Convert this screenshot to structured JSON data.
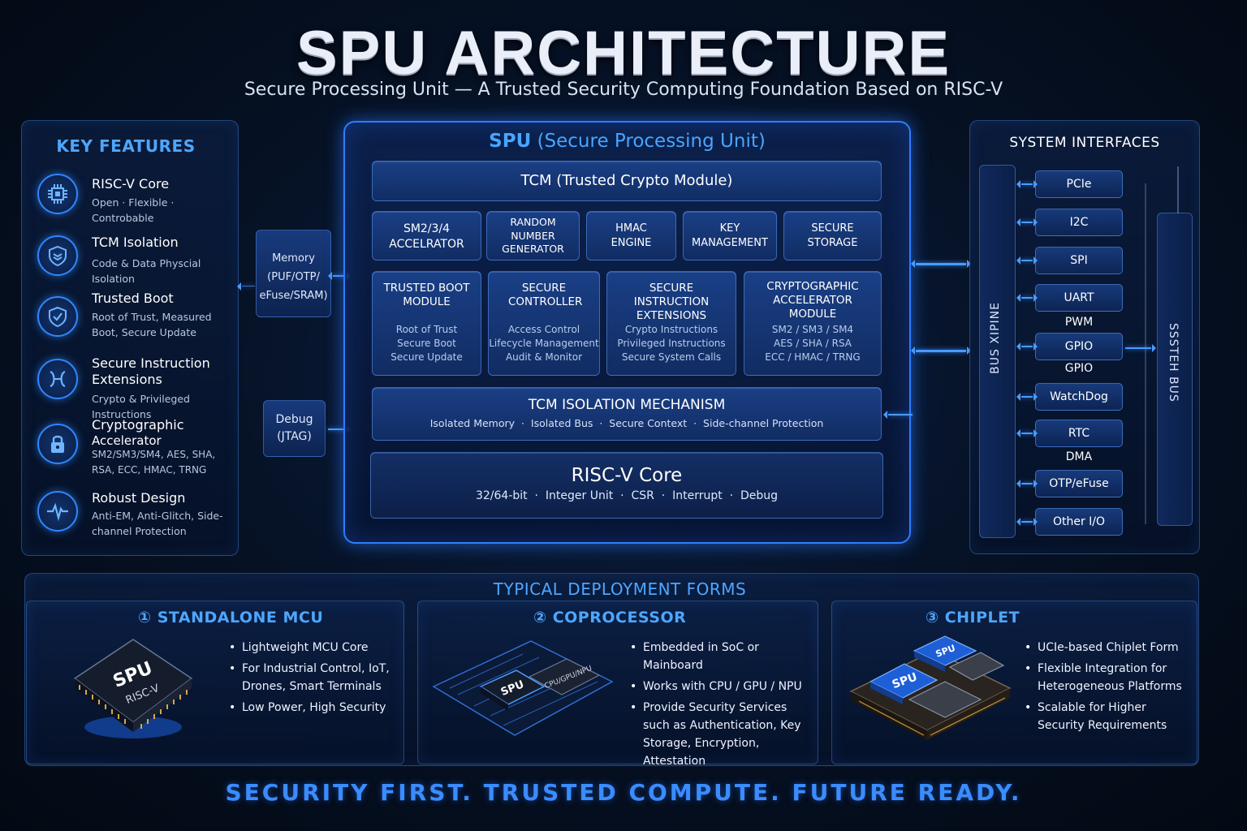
{
  "header": {
    "title": "SPU ARCHITECTURE",
    "subtitle": "Secure Processing Unit — A Trusted Security Computing Foundation Based on RISC-V"
  },
  "key_features": {
    "title": "KEY FEATURES",
    "items": [
      {
        "name": "RISC-V Core",
        "desc": "Open · Flexible · Controbable",
        "icon": "chip-icon"
      },
      {
        "name": "TCM Isolation",
        "desc": "Code & Data Physcial Isolation",
        "icon": "layers-shield-icon"
      },
      {
        "name": "Trusted Boot",
        "desc": "Root of Trust, Measured Boot, Secure Update",
        "icon": "shield-check-icon"
      },
      {
        "name": "Secure Instruction Extensions",
        "desc": "Crypto & Privileged Instructions",
        "icon": "instruction-icon"
      },
      {
        "name": "Cryptographic",
        "name2": "Accelerator",
        "desc": "SM2/SM3/SM4, AES, SHA, RSA, ECC, HMAC, TRNG",
        "icon": "lock-icon"
      },
      {
        "name": "Robust Design",
        "desc": "Anti-EM, Anti-Glitch, Side-channel Protection",
        "icon": "pulse-icon"
      }
    ]
  },
  "side_blocks": {
    "memory": "Memory (PUF/OTP/ eFuse/SRAM)",
    "debug": "Debug (JTAG)"
  },
  "spu": {
    "title_strong": "SPU",
    "title_rest": "(Secure Processing Unit)",
    "tcm": "TCM (Trusted Crypto Module)",
    "engines": [
      "SM2/3/4 ACCELRATOR",
      "RANDOM NUMBER GENERATOR",
      "HMAC ENGINE",
      "KEY MANAGEMENT",
      "SECURE STORAGE"
    ],
    "modules": [
      {
        "title": "TRUSTED BOOT MODULE",
        "lines": [
          "Root of Trust",
          "Secure Boot",
          "Secure Update"
        ]
      },
      {
        "title": "SECURE CONTROLLER",
        "lines": [
          "Access Control",
          "Lifecycle Management",
          "Audit & Monitor"
        ]
      },
      {
        "title": "SECURE INSTRUCTION EXTENSIONS",
        "lines": [
          "Crypto Instructions",
          "Privileged Instructions",
          "Secure System Calls"
        ]
      },
      {
        "title": "CRYPTOGRAPHIC ACCELERATOR MODULE",
        "lines": [
          "SM2 / SM3 / SM4",
          "AES / SHA / RSA",
          "ECC / HMAC / TRNG"
        ]
      }
    ],
    "isolation": {
      "title": "TCM ISOLATION MECHANISM",
      "items": "Isolated Memory  ·  Isolated Bus  ·  Secure Context  ·  Side-channel Protection"
    },
    "core": {
      "title": "RISC-V Core",
      "items": "32/64-bit  ·  Integer Unit  ·  CSR  ·  Interrupt  ·  Debug"
    }
  },
  "interfaces": {
    "title": "SYSTEM INTERFACES",
    "left_bus": "BUS XIPINE",
    "right_bus": "SSSTEH BUS",
    "boxed": [
      "PCIe",
      "I2C",
      "SPI",
      "UART",
      "GPIO",
      "WatchDog",
      "RTC",
      "OTP/eFuse",
      "Other I/O"
    ],
    "plain": [
      "PWM",
      "GPIO",
      "DMA"
    ]
  },
  "deployment": {
    "title": "TYPICAL DEPLOYMENT FORMS",
    "forms": [
      {
        "title": "① STANDALONE MCU",
        "chip_label": "SPU",
        "chip_sub": "RISC-V",
        "bullets": [
          "Lightweight MCU Core",
          "For Industrial Control, IoT, Drones, Smart Terminals",
          "Low Power, High Security"
        ]
      },
      {
        "title": "② COPROCESSOR",
        "chip_label": "SPU",
        "chip_sub": "CPU/GPU/NPU",
        "bullets": [
          "Embedded in SoC or Mainboard",
          "Works with CPU / GPU / NPU",
          "Provide Security Services such as Authentication, Key Storage, Encryption, Attestation"
        ]
      },
      {
        "title": "③ CHIPLET",
        "chip_label": "SPU",
        "chip_sub": "SPU",
        "bullets": [
          "UCIe-based Chiplet Form",
          "Flexible Integration for Heterogeneous Platforms",
          "Scalable for Higher Security Requirements"
        ]
      }
    ]
  },
  "footer": "SECURITY FIRST. TRUSTED COMPUTE. FUTURE READY.",
  "colors": {
    "accent": "#2f86ff",
    "title_blue": "#4ea6ff",
    "panel": "#112c62"
  }
}
